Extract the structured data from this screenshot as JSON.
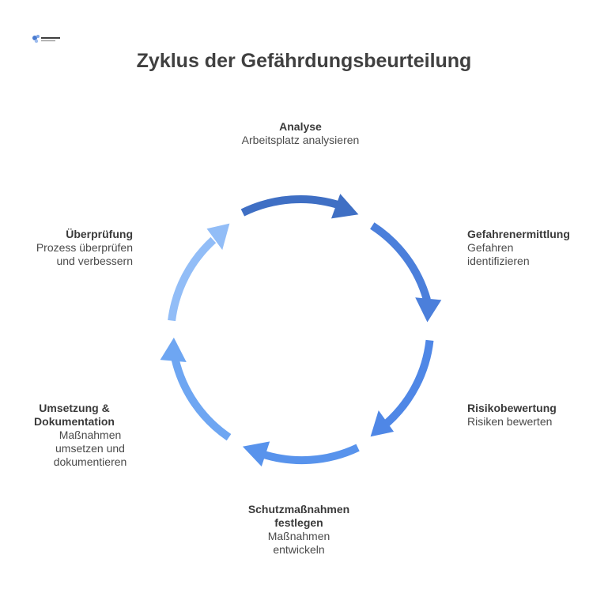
{
  "logo": {
    "text": "BB-Connect.com"
  },
  "title": "Zyklus der Gefährdungsbeurteilung",
  "colors": {
    "title": "#404040",
    "arrow_1": "#3f6fc4",
    "arrow_2": "#4b7fdb",
    "arrow_3": "#4f87e6",
    "arrow_4": "#5893ec",
    "arrow_5": "#6ea6f2",
    "arrow_6": "#92bdf7"
  },
  "steps": [
    {
      "head": "Analyse",
      "desc": "Arbeitsplatz analysieren"
    },
    {
      "head": "Gefahrenermittlung",
      "desc": "Gefahren identifizieren"
    },
    {
      "head": "Risikobewertung",
      "desc": "Risiken bewerten"
    },
    {
      "head": "Schutzmaßnahmen festlegen",
      "desc": "Maßnahmen entwickeln"
    },
    {
      "head": "Umsetzung & Dokumentation",
      "desc": "Maßnahmen umsetzen und dokumentieren"
    },
    {
      "head": "Überprüfung",
      "desc": "Prozess überprüfen und verbessern"
    }
  ]
}
